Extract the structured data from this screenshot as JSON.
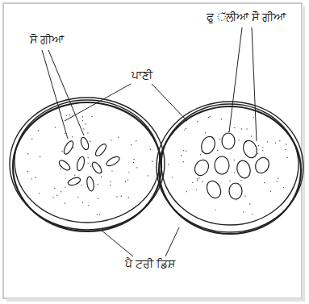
{
  "diagram": {
    "labels": [
      "ਸੌ ਗੀਆਂ",
      "ਪਾਣੀ",
      "ਫੁ ੱਲੀਆਂ ਸੌ ਗੀਆਂ",
      "ਪੈ ਟਰੀ ਡਿਸ਼"
    ]
  }
}
